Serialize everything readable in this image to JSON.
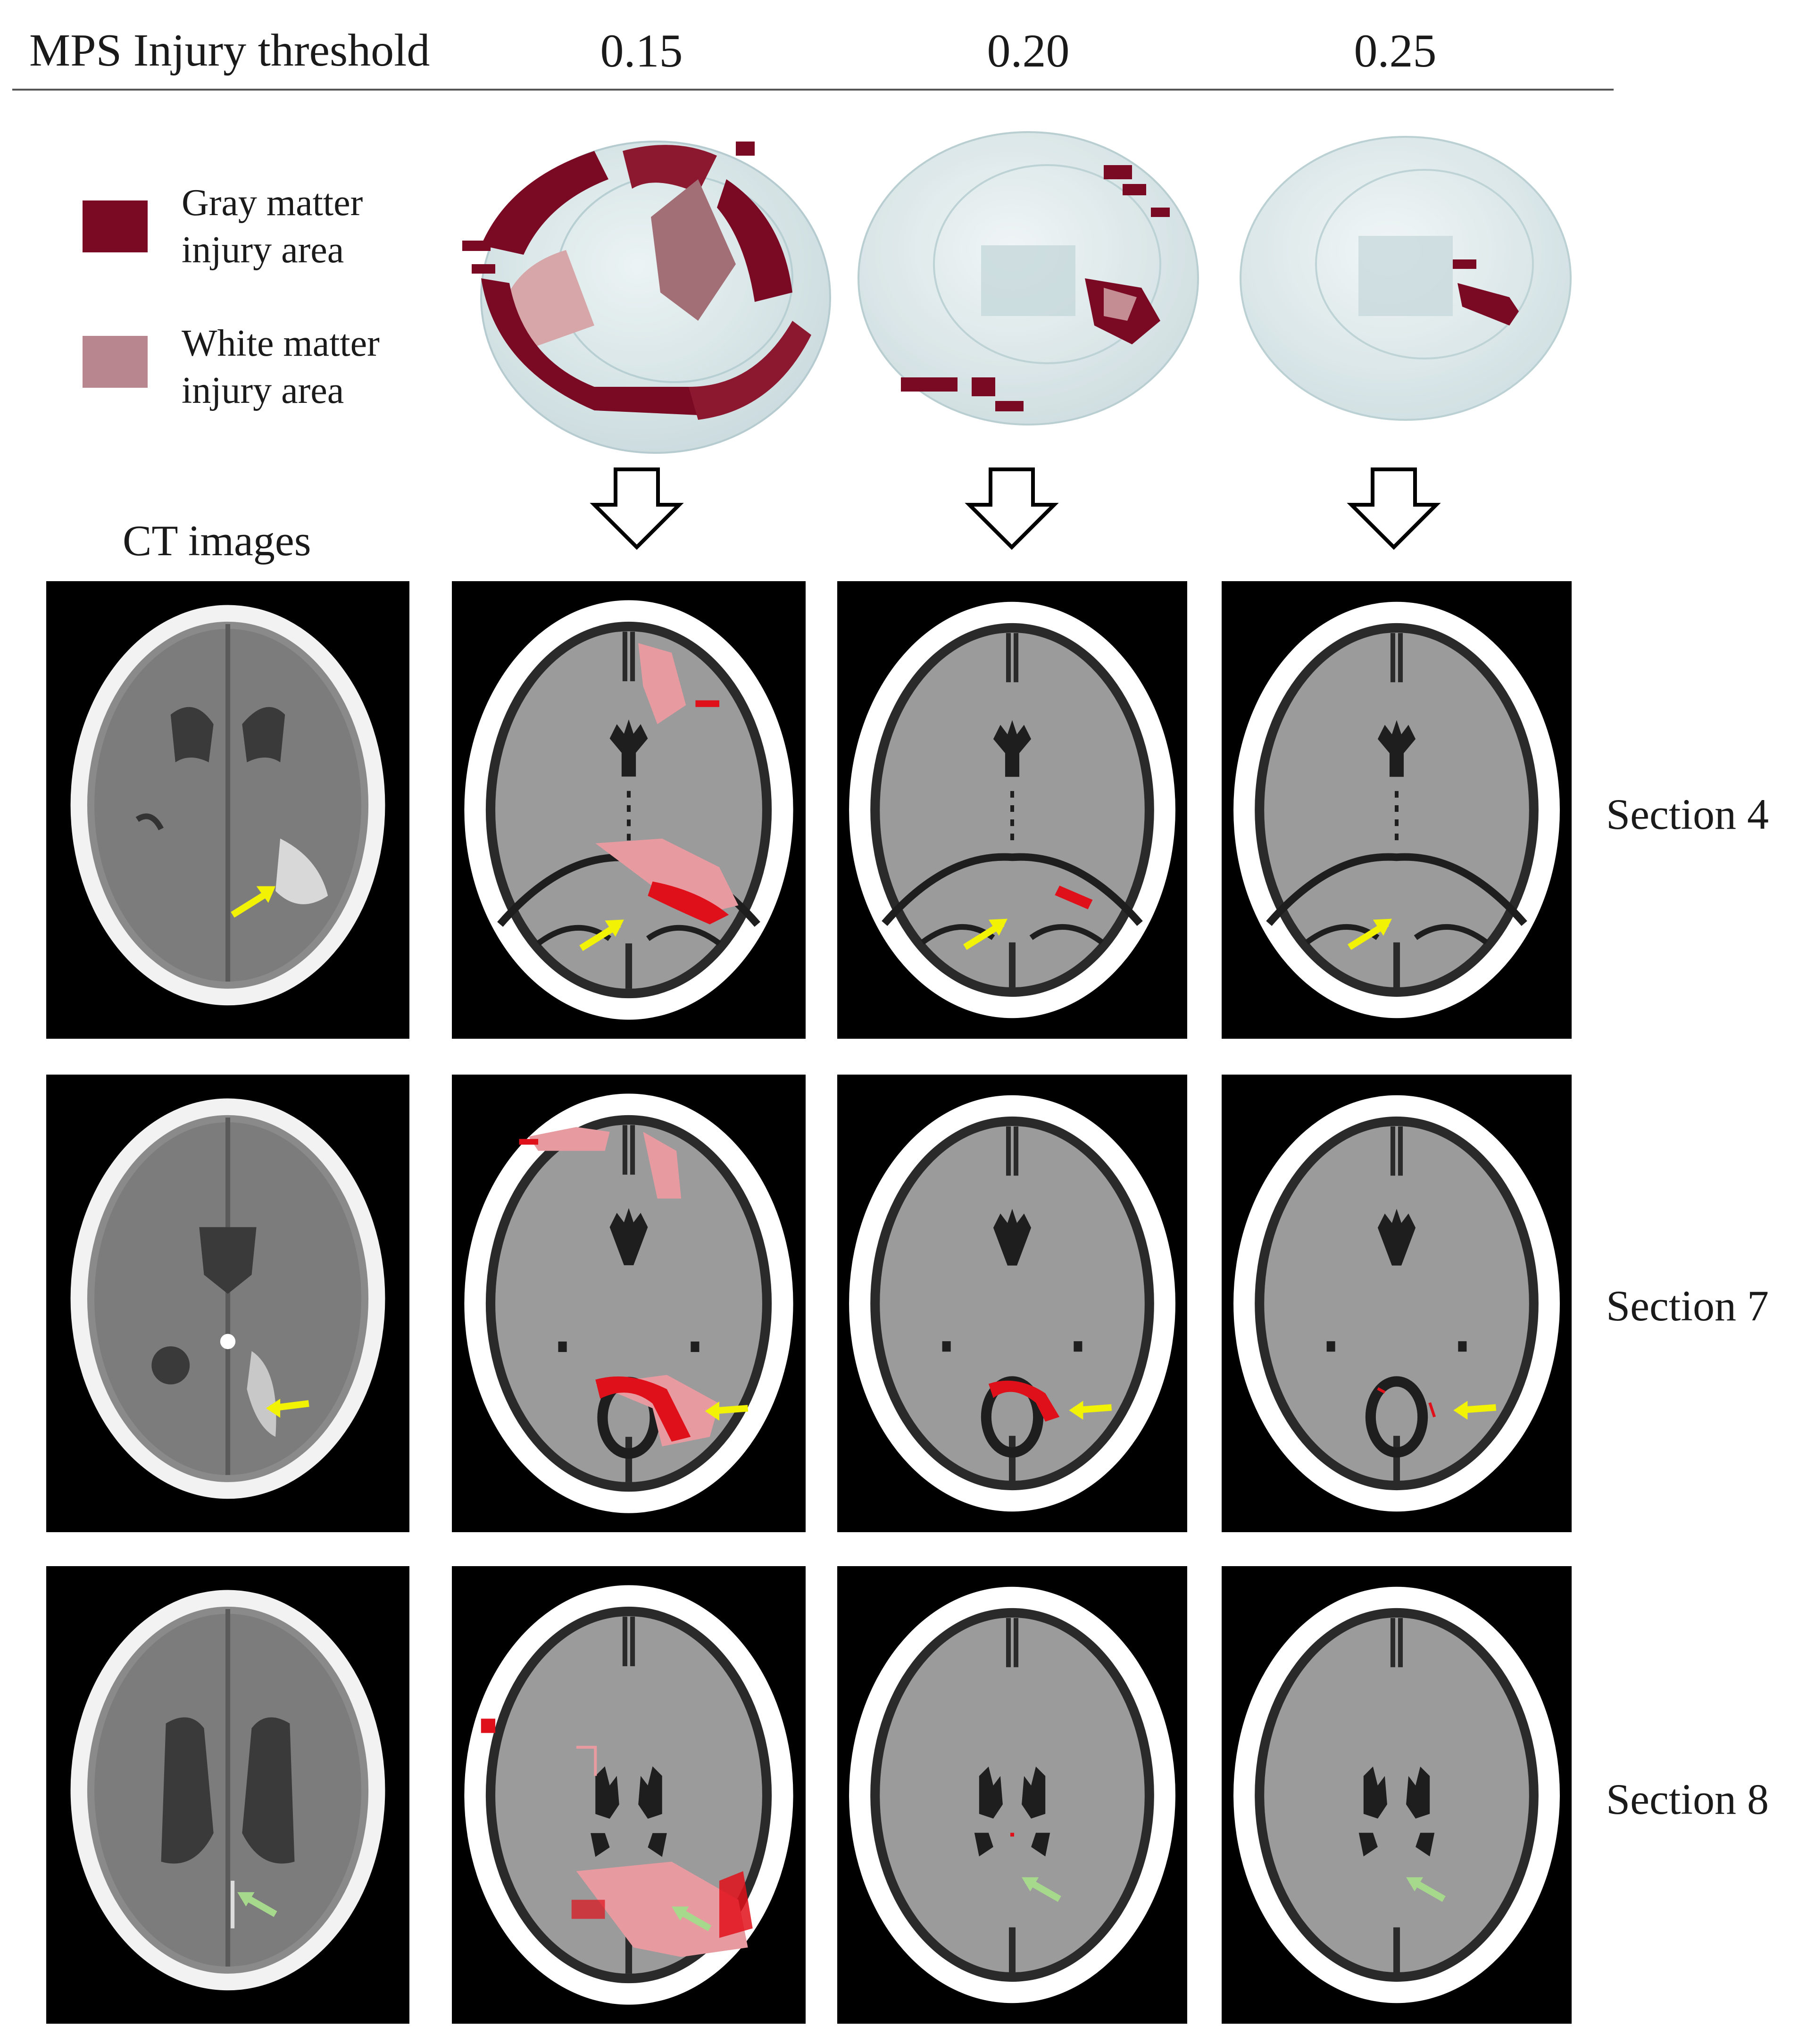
{
  "header": {
    "threshold_label": "MPS Injury threshold",
    "thresholds": [
      "0.15",
      "0.20",
      "0.25"
    ]
  },
  "legend": {
    "items": [
      {
        "label": "Gray matter\ninjury area",
        "color": "#7a0a24"
      },
      {
        "label": "White matter\ninjury area",
        "color": "#b8868e"
      }
    ]
  },
  "ct_title": "CT images",
  "sections": [
    "Section 4",
    "Section 7",
    "Section 8"
  ],
  "colors": {
    "gray_matter_injury": "#7a0a24",
    "white_matter_injury": "#b8868e",
    "slice_injury_red": "#e0101a",
    "slice_injury_pink": "#e79aa0",
    "arrow_yellow": "#f2f205",
    "arrow_green": "#a6d98c",
    "brain_gray": "#9b9b9b",
    "skull_white": "#ffffff"
  },
  "icons": [
    "down-arrow-icon",
    "yellow-arrow-icon",
    "green-arrow-icon"
  ]
}
